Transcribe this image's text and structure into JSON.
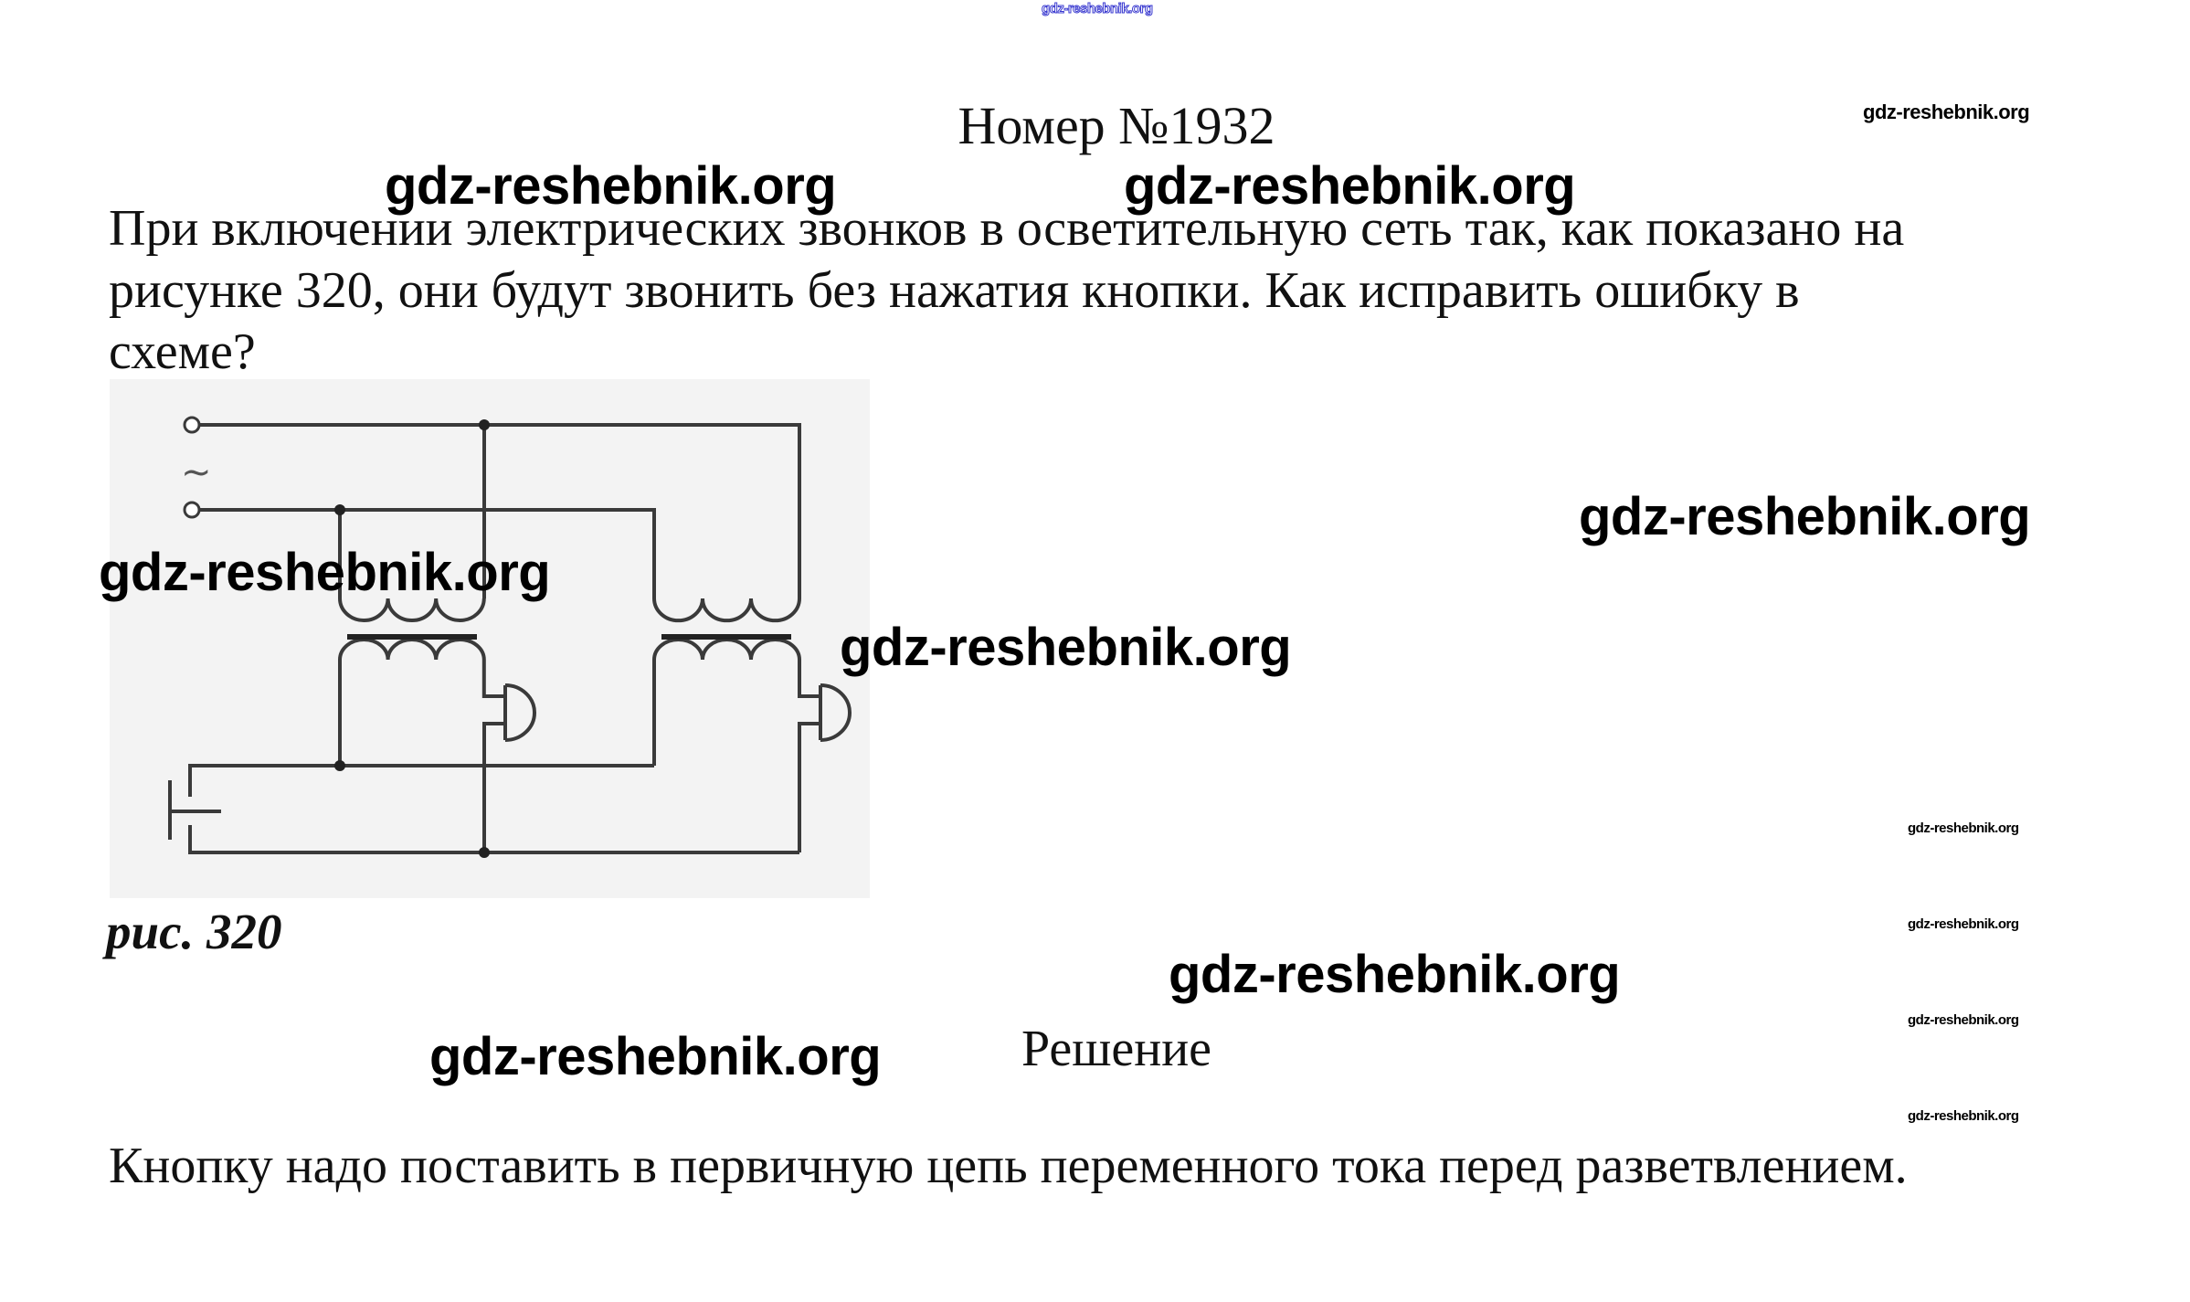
{
  "header_watermark": "gdz-reshebnik.org",
  "title": "Номер №1932",
  "question_lines": [
    "При включении электрических звонков в осветительную сеть так, как показано на",
    "рисунке 320, они будут звонить без нажатия кнопки. Как исправить ошибку в",
    "схеме?"
  ],
  "figure": {
    "caption": "рис. 320",
    "ac_symbol": "~"
  },
  "solution_heading": "Решение",
  "answer": "Кнопку надо поставить в первичную цепь переменного тока перед разветвлением.",
  "watermarks": {
    "big": "gdz-reshebnik.org",
    "small": "gdz-reshebnik.org",
    "tiny": "gdz-reshebnik.org"
  }
}
